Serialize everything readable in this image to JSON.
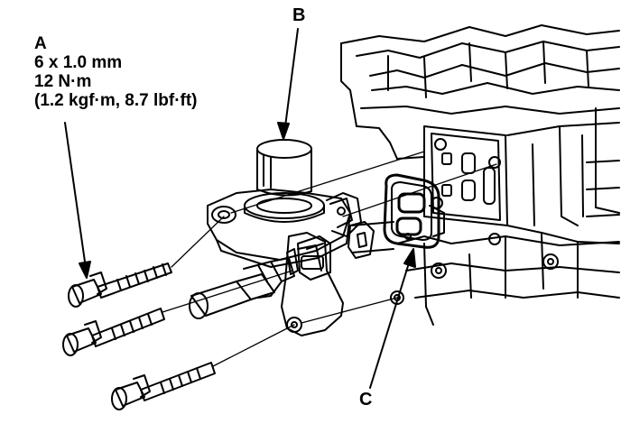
{
  "callouts": {
    "a": {
      "letter": "A",
      "spec_line1": "6 x 1.0 mm",
      "spec_line2": "12 N·m",
      "spec_line3": "(1.2 kgf·m, 8.7 lbf·ft)"
    },
    "b": {
      "letter": "B"
    },
    "c": {
      "letter": "C"
    }
  },
  "colors": {
    "ink": "#000000",
    "background": "#ffffff"
  }
}
